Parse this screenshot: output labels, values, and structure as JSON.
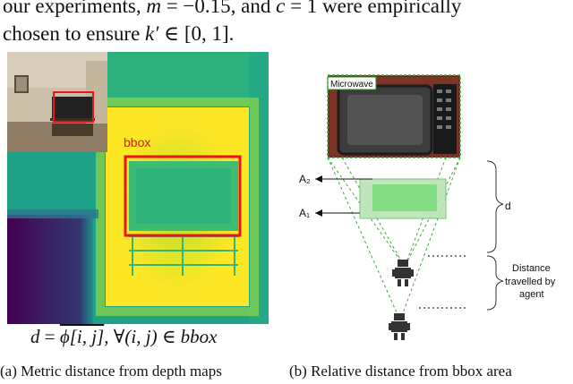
{
  "text": {
    "line1_a": "our experiments, ",
    "line1_m": "m",
    "line1_b": " = −0.15, and ",
    "line1_c": "c",
    "line1_d": " = 1 were empirically",
    "line2_a": "chosen to ensure ",
    "line2_k": "k′",
    "line2_b": " ∈ [0, 1]."
  },
  "figure_a": {
    "bbox_label": "bbox",
    "formula_d": "d",
    "formula_eq": " = ",
    "formula_phi": "ϕ[i, j]",
    "formula_rest": ",     ∀(i, j) ∈ bbox",
    "caption": "(a) Metric distance from depth maps"
  },
  "figure_b": {
    "object_label": "Microwave",
    "area_label_top": "A₂",
    "area_label_bottom": "A₁",
    "d_label": "d",
    "distance_line1": "Distance",
    "distance_line2": "travelled by",
    "distance_line3": "agent",
    "caption": "(b) Relative distance from bbox area"
  },
  "colors": {
    "depth_far": "#1f9e89",
    "depth_mid": "#35b779",
    "depth_near": "#fde725",
    "depth_dark": "#440154",
    "bbox_red": "#e8151b",
    "overlap_green": "#7fdc7f"
  }
}
